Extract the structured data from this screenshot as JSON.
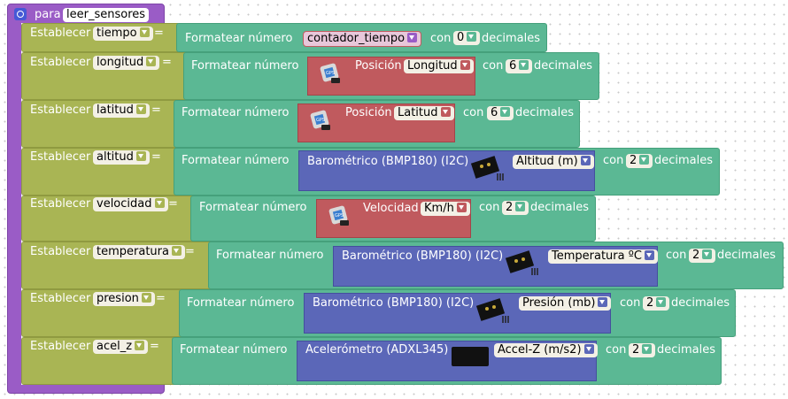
{
  "procedure": {
    "keyword": "para",
    "name": "leer_sensores"
  },
  "rows": [
    {
      "set_label": "Establecer",
      "var": "tiempo",
      "eq": "=",
      "fmt_label": "Formatear número",
      "source": "variable",
      "source_name": "contador_tiempo",
      "con": "con",
      "decimals": "0",
      "dec_label": "decimales"
    },
    {
      "set_label": "Establecer",
      "var": "longitud",
      "eq": "=",
      "fmt_label": "Formatear número",
      "source": "gps",
      "source_text": "Posición",
      "option": "Longitud",
      "con": "con",
      "decimals": "6",
      "dec_label": "decimales"
    },
    {
      "set_label": "Establecer",
      "var": "latitud",
      "eq": "=",
      "fmt_label": "Formatear número",
      "source": "gps",
      "source_text": "Posición",
      "option": "Latitud",
      "con": "con",
      "decimals": "6",
      "dec_label": "decimales"
    },
    {
      "set_label": "Establecer",
      "var": "altitud",
      "eq": "=",
      "fmt_label": "Formatear número",
      "source": "bmp",
      "source_text": "Barométrico (BMP180) (I2C)",
      "option": "Altitud (m)",
      "con": "con",
      "decimals": "2",
      "dec_label": "decimales"
    },
    {
      "set_label": "Establecer",
      "var": "velocidad",
      "eq": "=",
      "fmt_label": "Formatear número",
      "source": "gps",
      "source_text": "Velocidad",
      "option": "Km/h",
      "con": "con",
      "decimals": "2",
      "dec_label": "decimales"
    },
    {
      "set_label": "Establecer",
      "var": "temperatura",
      "eq": "=",
      "fmt_label": "Formatear número",
      "source": "bmp",
      "source_text": "Barométrico (BMP180) (I2C)",
      "option": "Temperatura ºC",
      "con": "con",
      "decimals": "2",
      "dec_label": "decimales"
    },
    {
      "set_label": "Establecer",
      "var": "presion",
      "eq": "=",
      "fmt_label": "Formatear número",
      "source": "bmp",
      "source_text": "Barométrico (BMP180) (I2C)",
      "option": "Presión (mb)",
      "con": "con",
      "decimals": "2",
      "dec_label": "decimales"
    },
    {
      "set_label": "Establecer",
      "var": "acel_z",
      "eq": "=",
      "fmt_label": "Formatear número",
      "source": "adxl",
      "source_text": "Acelerómetro (ADXL345)",
      "option": "Accel-Z (m/s2)",
      "con": "con",
      "decimals": "2",
      "dec_label": "decimales"
    }
  ],
  "icons": {
    "gear": "gear-icon",
    "gps": "gps-module-icon",
    "bmp": "bmp180-sensor-icon",
    "adxl": "adxl345-sensor-icon"
  },
  "colors": {
    "procedure": "#9a5cc6",
    "set": "#a9b554",
    "format": "#5bb894",
    "gps": "#c05a5e",
    "sensor": "#5b67b8",
    "gear": "#4659d6"
  }
}
